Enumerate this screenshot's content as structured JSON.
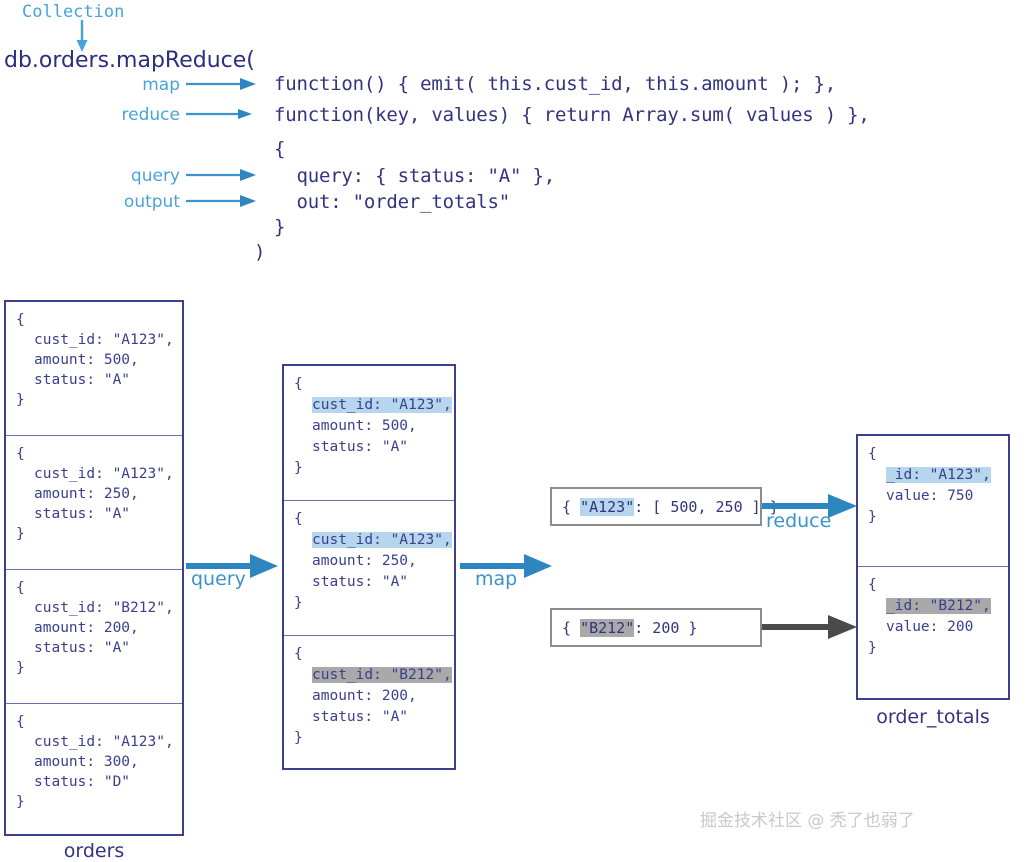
{
  "diagram": {
    "collection_label": "Collection",
    "method_line": "db.orders.mapReduce(",
    "closing_paren": ")",
    "params": [
      {
        "label": "map",
        "code": "function() { emit( this.cust_id, this.amount ); },"
      },
      {
        "label": "reduce",
        "code": "function(key, values) { return Array.sum( values ) },"
      },
      {
        "label": "",
        "code": "{"
      },
      {
        "label": "query",
        "code": "  query: { status: \"A\" },"
      },
      {
        "label": "output",
        "code": "  out: \"order_totals\""
      },
      {
        "label": "",
        "code": "}"
      }
    ],
    "orders": {
      "caption": "orders",
      "documents": [
        {
          "open": "{",
          "fields": [
            "cust_id: \"A123\",",
            "amount: 500,",
            "status: \"A\""
          ],
          "close": "}",
          "highlight": "none"
        },
        {
          "open": "{",
          "fields": [
            "cust_id: \"A123\",",
            "amount: 250,",
            "status: \"A\""
          ],
          "close": "}",
          "highlight": "none"
        },
        {
          "open": "{",
          "fields": [
            "cust_id: \"B212\",",
            "amount: 200,",
            "status: \"A\""
          ],
          "close": "}",
          "highlight": "none"
        },
        {
          "open": "{",
          "fields": [
            "cust_id: \"A123\",",
            "amount: 300,",
            "status: \"D\""
          ],
          "close": "}",
          "highlight": "none"
        }
      ]
    },
    "filtered": {
      "caption": "",
      "documents": [
        {
          "open": "{",
          "fields": [
            "cust_id: \"A123\",",
            "amount: 500,",
            "status: \"A\""
          ],
          "close": "}",
          "highlight": "blue"
        },
        {
          "open": "{",
          "fields": [
            "cust_id: \"A123\",",
            "amount: 250,",
            "status: \"A\""
          ],
          "close": "}",
          "highlight": "blue"
        },
        {
          "open": "{",
          "fields": [
            "cust_id: \"B212\",",
            "amount: 200,",
            "status: \"A\""
          ],
          "close": "}",
          "highlight": "gray"
        }
      ]
    },
    "emitted": [
      {
        "prefix": "{ ",
        "key": "\"A123\"",
        "suffix": ": [ 500, 250 ] }",
        "highlight": "blue"
      },
      {
        "prefix": "{ ",
        "key": "\"B212\"",
        "suffix": ": 200 }",
        "highlight": "gray"
      }
    ],
    "results": {
      "caption": "order_totals",
      "documents": [
        {
          "open": "{",
          "fields": [
            "_id: \"A123\",",
            "value: 750"
          ],
          "close": "}",
          "highlight": "blue"
        },
        {
          "open": "{",
          "fields": [
            "_id: \"B212\",",
            "value: 200"
          ],
          "close": "}",
          "highlight": "gray"
        }
      ]
    },
    "flow_labels": {
      "query": "query",
      "map": "map",
      "reduce": "reduce"
    },
    "watermark": "掘金技术社区 @ 秃了也弱了",
    "colors": {
      "accent_blue": "#3b93cd",
      "arrow_blue": "#2e86c1",
      "arrow_gray": "#4a4a4a",
      "code_navy": "#33347f",
      "highlight_blue": "#b5d6ed",
      "highlight_gray": "#a9a9a9",
      "box_border": "#3b3f8c"
    }
  }
}
